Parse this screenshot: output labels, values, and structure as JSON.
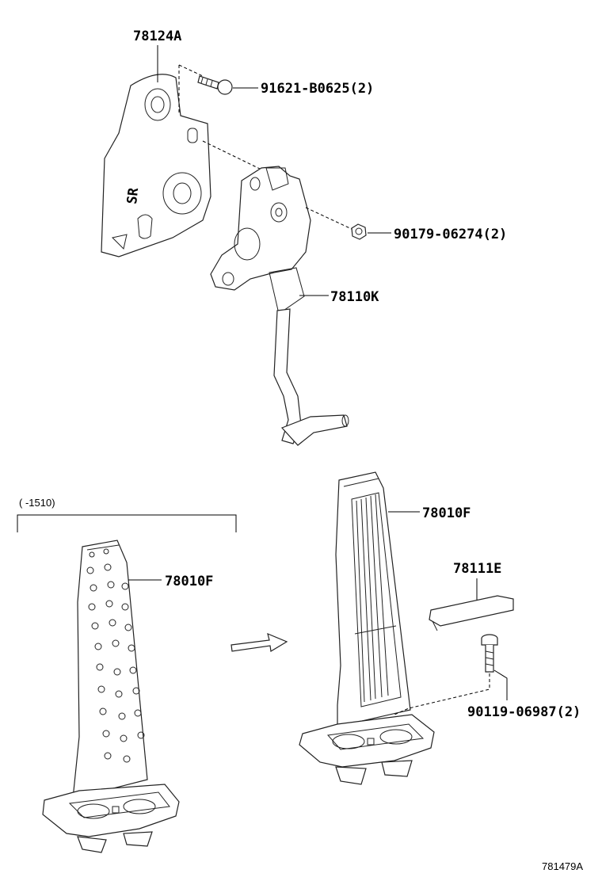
{
  "labels": {
    "bracket": "78124A",
    "bolt_top": "91621-B0625(2)",
    "nut": "90179-06274(2)",
    "sensor": "78110K",
    "pedal_left": "78010F",
    "range_note": "(     -1510)",
    "pedal_right": "78010F",
    "cover": "78111E",
    "bolt_bottom": "90119-06987(2)",
    "illustration_id": "781479A"
  },
  "bracket_marking": "SR"
}
